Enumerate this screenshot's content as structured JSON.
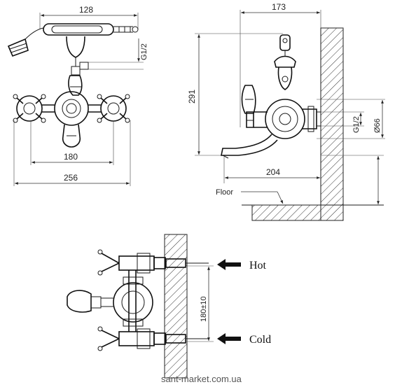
{
  "front_view": {
    "dim_top": "128",
    "dim_thread": "G1/2",
    "dim_inner": "180",
    "dim_outer": "256"
  },
  "side_view": {
    "dim_top": "173",
    "dim_height": "291",
    "dim_thread": "G1/2",
    "dim_diameter": "Ø66",
    "dim_spout": "204",
    "floor_label": "Floor"
  },
  "install_view": {
    "dim_spacing": "180±10",
    "hot_label": "Hot",
    "cold_label": "Cold"
  },
  "watermark": "sant-market.com.ua"
}
